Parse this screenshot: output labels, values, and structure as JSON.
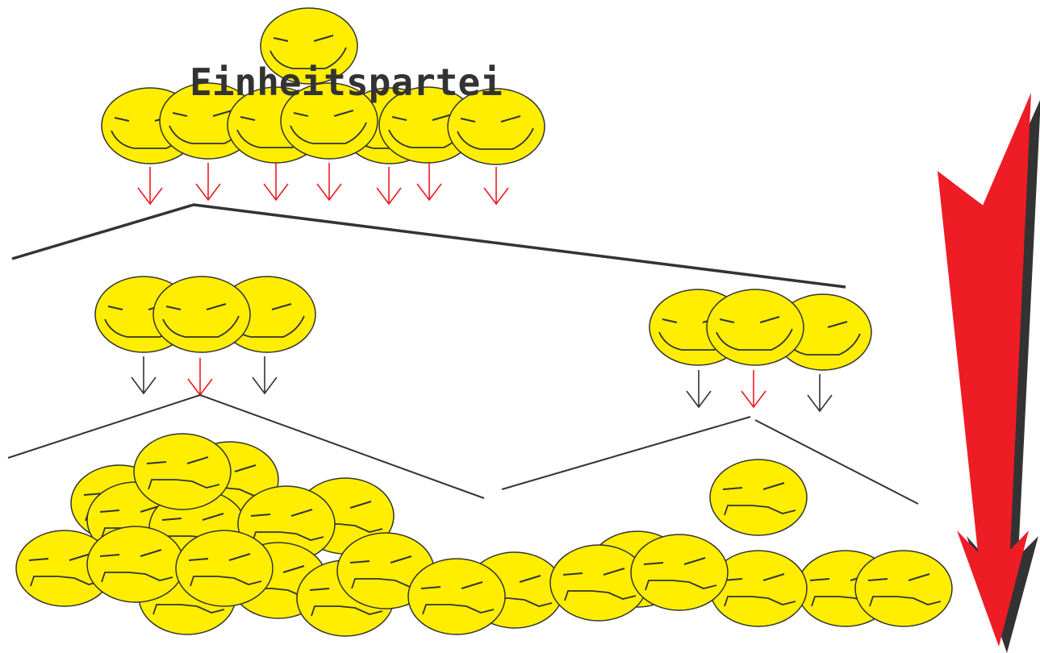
{
  "diagram": {
    "title": "Einheitspartei",
    "colors": {
      "face_fill": "#ffee00",
      "face_stroke": "#333333",
      "arrow_red": "#ee1c25",
      "arrow_dark": "#333333",
      "line": "#333333",
      "big_arrow_red": "#ee1c25",
      "big_arrow_shadow": "#333333"
    },
    "levels": [
      {
        "level": "party",
        "faces": 7,
        "expression": "smug",
        "arrows": [
          "red",
          "red",
          "red",
          "red",
          "red",
          "red",
          "red"
        ]
      },
      {
        "level": "middle",
        "groups": 2,
        "faces_per_group": 3,
        "arrows_per_group": [
          "dark",
          "red",
          "dark"
        ]
      },
      {
        "level": "people",
        "expression": "unhappy"
      }
    ]
  }
}
